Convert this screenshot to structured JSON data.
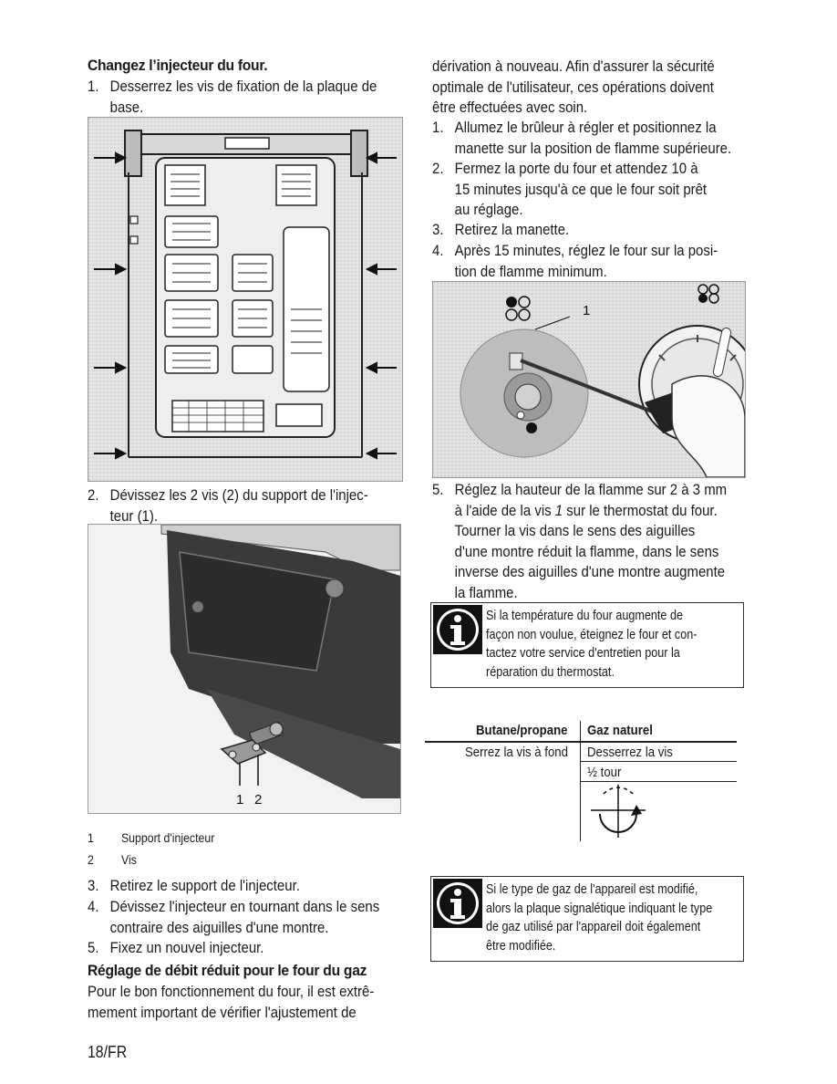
{
  "left": {
    "heading1": "Changez l’injecteur du four.",
    "step1_num": "1.",
    "step1_l1": "Desserrez les vis de fixation de la plaque de",
    "step1_l2": "base.",
    "step2_num": "2.",
    "step2_l1": "Dévissez les 2 vis (2) du support de l'injec-",
    "step2_l2": "teur (1).",
    "fig2_label1": "1",
    "fig2_label2": "2",
    "legend": [
      {
        "num": "1",
        "text": "Support d'injecteur"
      },
      {
        "num": "2",
        "text": "Vis"
      }
    ],
    "step3_num": "3.",
    "step3": "Retirez le support de l'injecteur.",
    "step4_num": "4.",
    "step4_l1": "Dévissez l'injecteur en tournant dans le sens",
    "step4_l2": "contraire des aiguilles d'une montre.",
    "step5_num": "5.",
    "step5": "Fixez un nouvel injecteur.",
    "heading2": "Réglage de débit réduit pour le four du gaz",
    "para_l1": "Pour le bon fonctionnement du four, il est extrê-",
    "para_l2": "mement important de vérifier l'ajustement de"
  },
  "right": {
    "para_l1": "dérivation à nouveau. Afin d'assurer la sécurité",
    "para_l2": "optimale de l'utilisateur, ces opérations doivent",
    "para_l3": "être effectuées avec soin.",
    "s1_num": "1.",
    "s1_l1": "Allumez le brûleur à régler et positionnez la",
    "s1_l2": "manette sur la position de flamme supérieure.",
    "s2_num": "2.",
    "s2_l1": "Fermez la porte du four et attendez 10 à",
    "s2_l2": "15 minutes jusqu'à ce que le four soit prêt",
    "s2_l3": "au réglage.",
    "s3_num": "3.",
    "s3": "Retirez la manette.",
    "s4_num": "4.",
    "s4_l1": "Après 15 minutes, réglez le four sur la posi-",
    "s4_l2": "tion de flamme minimum.",
    "fig3_label": "1",
    "s5_num": "5.",
    "s5_l1": "Réglez la hauteur de la flamme sur 2 à 3 mm",
    "s5_l2a": "à l'aide de la vis ",
    "s5_l2b": "1",
    "s5_l2c": " sur le thermostat du four.",
    "s5_l3": "Tourner la vis dans le sens des aiguilles",
    "s5_l4": "d'une montre réduit la flamme, dans le sens",
    "s5_l5": "inverse des aiguilles d'une montre augmente",
    "s5_l6": "la flamme.",
    "info1": [
      "Si la température du four augmente de",
      "façon non voulue, éteignez le four et con-",
      "tactez votre service d'entretien pour la",
      "réparation du thermostat."
    ],
    "table": {
      "col1_header": "Butane/propane",
      "col2_header": "Gaz naturel",
      "col1_row1": "Serrez la vis à fond",
      "col2_row1": "Desserrez la vis",
      "col2_row2": "½ tour"
    },
    "info2": [
      "Si le type de gaz de l'appareil est modifié,",
      "alors la plaque signalétique indiquant le type",
      "de gaz utilisé par l'appareil doit également",
      "être modifiée."
    ]
  },
  "footer": {
    "page": "18/FR"
  }
}
